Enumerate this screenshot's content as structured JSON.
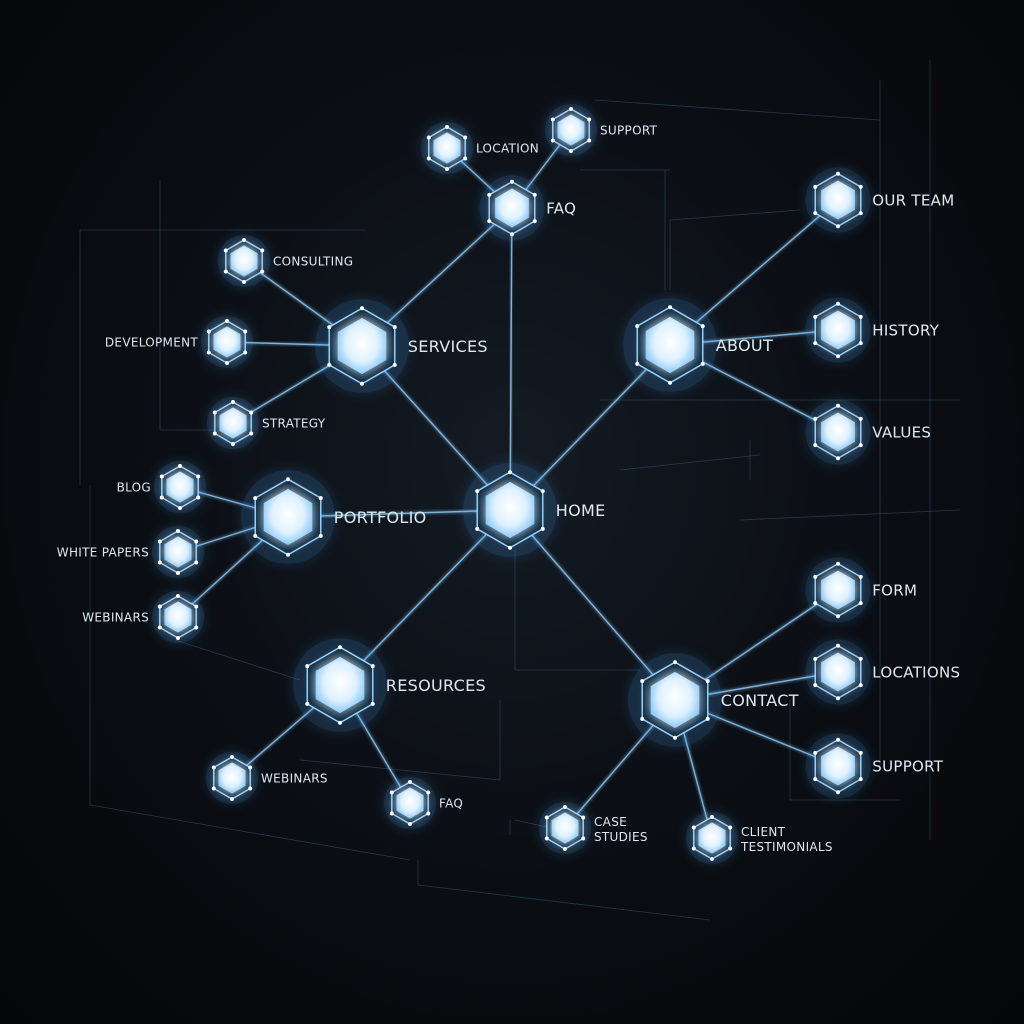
{
  "diagram": {
    "accent_color": "#8fd0ff",
    "glow_color": "#4aa8ff",
    "background_color": "#07090c",
    "nodes": [
      {
        "id": "home",
        "label": "HOME",
        "size": "large"
      },
      {
        "id": "services",
        "label": "SERVICES",
        "size": "large"
      },
      {
        "id": "about",
        "label": "ABOUT",
        "size": "large"
      },
      {
        "id": "portfolio",
        "label": "PORTFOLIO",
        "size": "large"
      },
      {
        "id": "resources",
        "label": "RESOURCES",
        "size": "large"
      },
      {
        "id": "contact",
        "label": "CONTACT",
        "size": "large"
      },
      {
        "id": "faq_top",
        "label": "FAQ",
        "size": "medium"
      },
      {
        "id": "location",
        "label": "LOCATION",
        "size": "small"
      },
      {
        "id": "support_top",
        "label": "SUPPORT",
        "size": "small"
      },
      {
        "id": "our_team",
        "label": "OUR TEAM",
        "size": "medium"
      },
      {
        "id": "history",
        "label": "HISTORY",
        "size": "medium"
      },
      {
        "id": "values",
        "label": "VALUES",
        "size": "medium"
      },
      {
        "id": "consulting",
        "label": "CONSULTING",
        "size": "small"
      },
      {
        "id": "development",
        "label": "DEVELOPMENT",
        "size": "small"
      },
      {
        "id": "strategy",
        "label": "STRATEGY",
        "size": "small"
      },
      {
        "id": "blog",
        "label": "BLOG",
        "size": "small"
      },
      {
        "id": "white_papers",
        "label": "WHITE PAPERS",
        "size": "small"
      },
      {
        "id": "webinars_left",
        "label": "WEBINARS",
        "size": "small"
      },
      {
        "id": "webinars_bottom",
        "label": "WEBINARS",
        "size": "small"
      },
      {
        "id": "faq_bottom",
        "label": "FAQ",
        "size": "small"
      },
      {
        "id": "case_studies",
        "label": "CASE STUDIES",
        "size": "small"
      },
      {
        "id": "client_testimonials",
        "label": "CLIENT TESTIMONIALS",
        "size": "small"
      },
      {
        "id": "form",
        "label": "FORM",
        "size": "medium"
      },
      {
        "id": "locations",
        "label": "LOCATIONS",
        "size": "medium"
      },
      {
        "id": "support_right",
        "label": "SUPPORT",
        "size": "medium"
      }
    ],
    "edges": [
      [
        "home",
        "services"
      ],
      [
        "home",
        "about"
      ],
      [
        "home",
        "portfolio"
      ],
      [
        "home",
        "resources"
      ],
      [
        "home",
        "contact"
      ],
      [
        "home",
        "faq_top"
      ],
      [
        "services",
        "faq_top"
      ],
      [
        "faq_top",
        "location"
      ],
      [
        "faq_top",
        "support_top"
      ],
      [
        "services",
        "consulting"
      ],
      [
        "services",
        "development"
      ],
      [
        "services",
        "strategy"
      ],
      [
        "about",
        "our_team"
      ],
      [
        "about",
        "history"
      ],
      [
        "about",
        "values"
      ],
      [
        "portfolio",
        "blog"
      ],
      [
        "portfolio",
        "white_papers"
      ],
      [
        "portfolio",
        "webinars_left"
      ],
      [
        "resources",
        "webinars_bottom"
      ],
      [
        "resources",
        "faq_bottom"
      ],
      [
        "contact",
        "form"
      ],
      [
        "contact",
        "locations"
      ],
      [
        "contact",
        "support_right"
      ],
      [
        "contact",
        "case_studies"
      ],
      [
        "contact",
        "client_testimonials"
      ]
    ]
  }
}
